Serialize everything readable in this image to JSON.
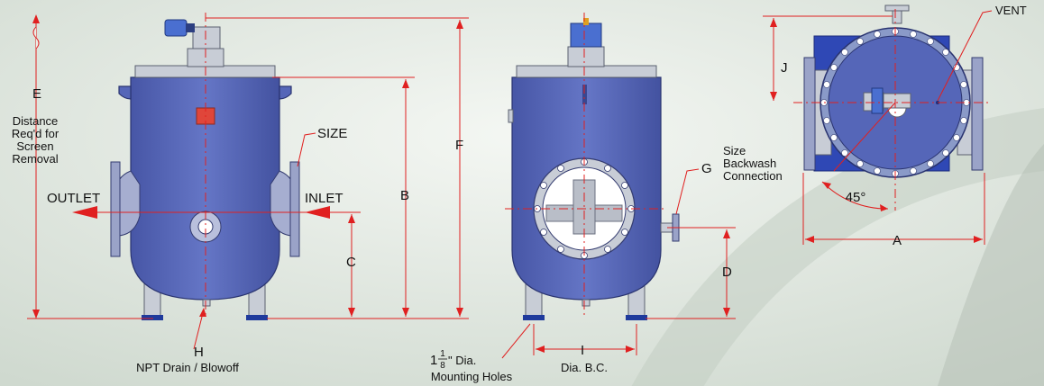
{
  "labels": {
    "e": "E",
    "distance_1": "Distance",
    "distance_2": "Req'd for",
    "distance_3": "Screen",
    "distance_4": "Removal",
    "size": "SIZE",
    "outlet": "OUTLET",
    "inlet": "INLET",
    "b": "B",
    "c": "C",
    "f": "F",
    "h": "H",
    "drain": "NPT Drain / Blowoff",
    "g": "G",
    "backwash_1": "Size",
    "backwash_2": "Backwash",
    "backwash_3": "Connection",
    "d": "D",
    "i": "I",
    "mount_whole": "1",
    "mount_num": "1",
    "mount_den": "8",
    "mount_dia": "\" Dia.",
    "mount_holes": "Mounting Holes",
    "dia_bc": "Dia. B.C.",
    "j": "J",
    "vent": "VENT",
    "angle": "45°",
    "a": "A"
  },
  "colors": {
    "tank": "#5566b8",
    "dimension": "#e02020",
    "feet": "#1f3a9c",
    "motor": "#4a6fd0",
    "indicator": "#e0463a"
  },
  "icons": {
    "motor": "drive-motor-icon",
    "arrow": "flow-arrow-icon"
  }
}
